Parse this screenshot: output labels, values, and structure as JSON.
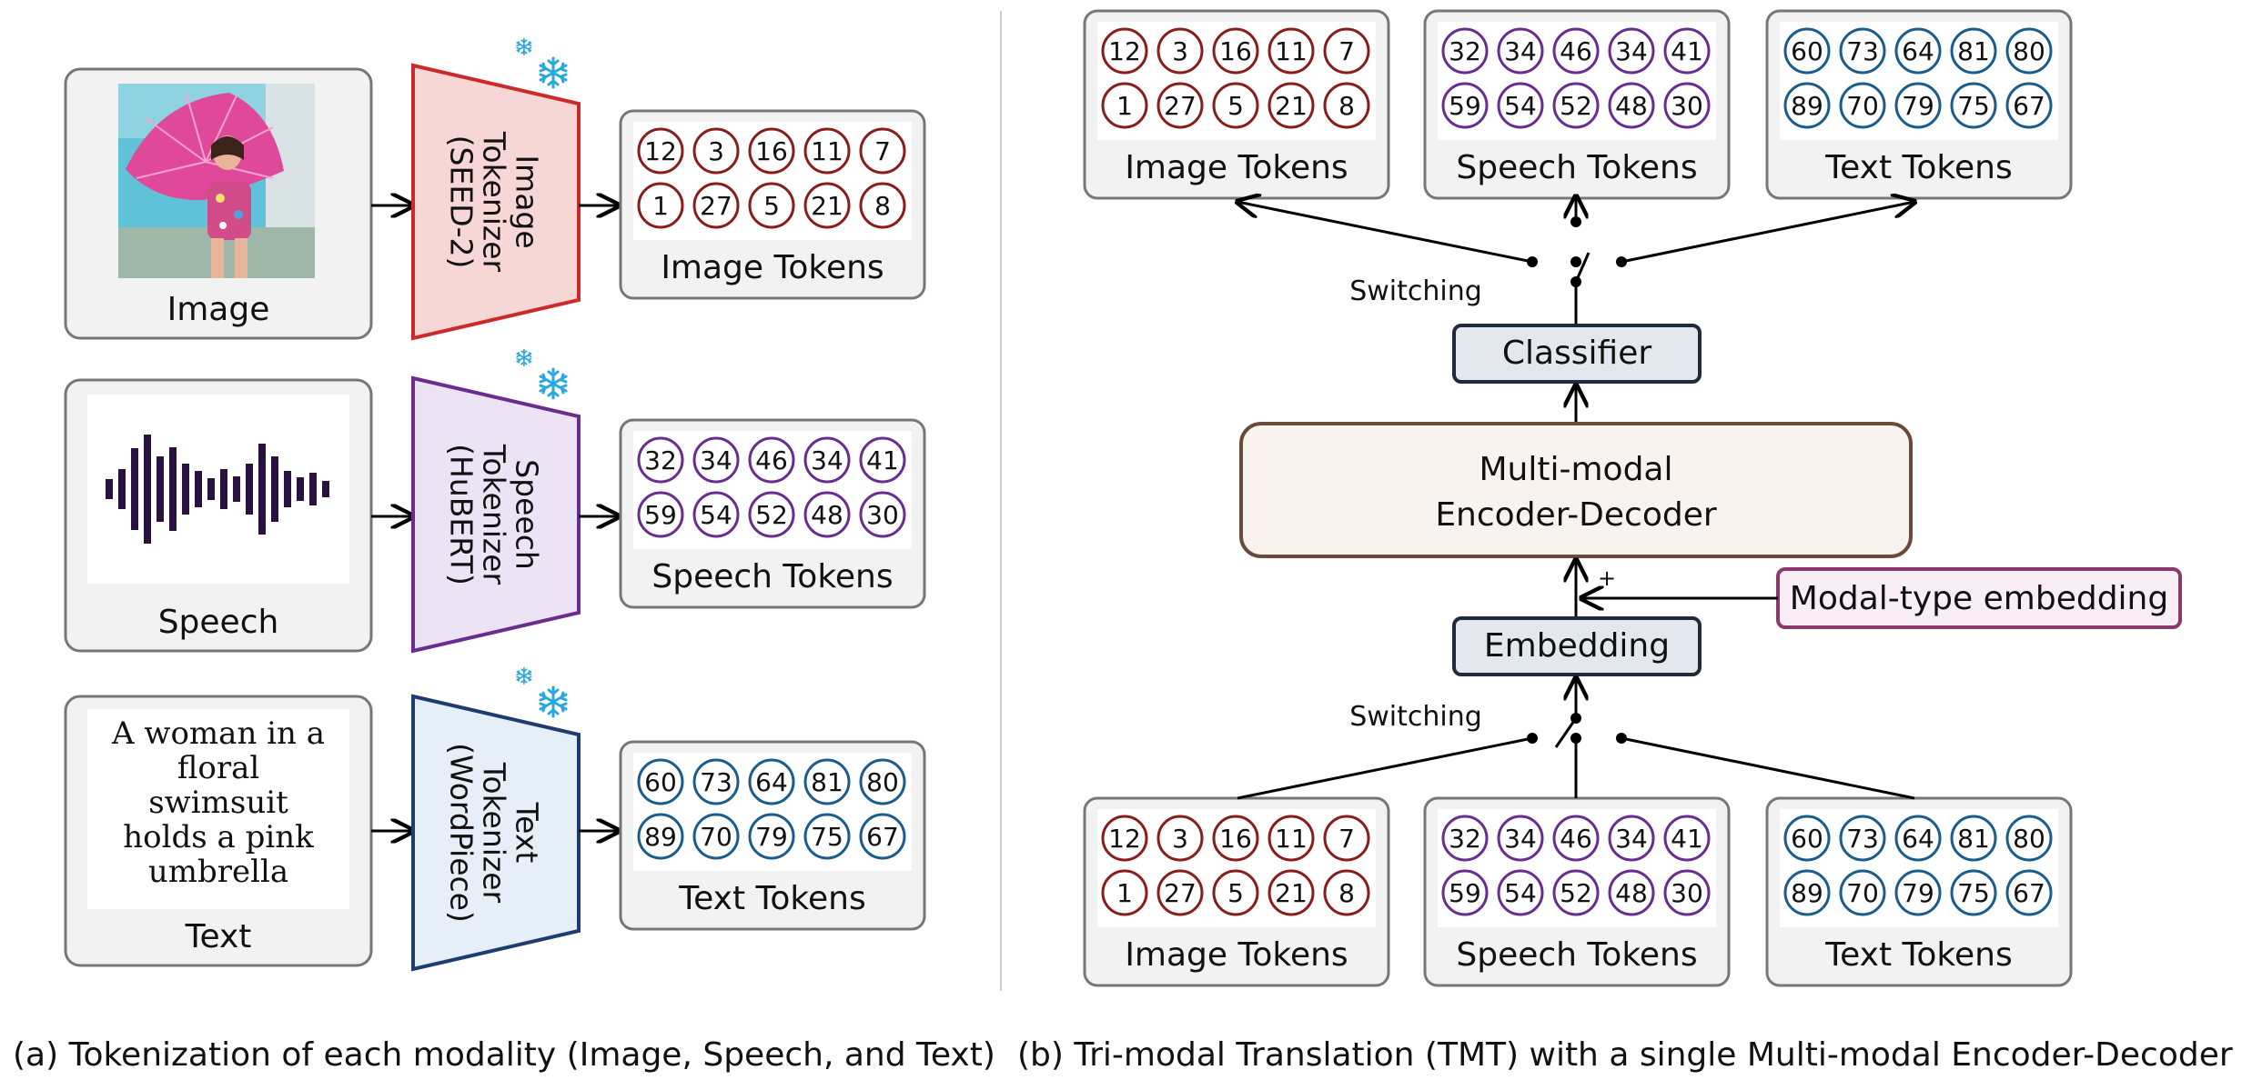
{
  "colors": {
    "image": "#8b1c1c",
    "speech": "#6a2c91",
    "text": "#1a5c8c",
    "box_border": "#777777",
    "box_fill": "#f2f2f2",
    "dark_box_border": "#1f2b3c",
    "dark_box_fill": "#e3e8ef",
    "encdec_border": "#6b4a3a",
    "encdec_fill": "#f9f3ef",
    "modal_border": "#8a3a6a",
    "modal_fill": "#f8eef4",
    "snowflake": "#29a8e0",
    "waveform": "#2a1140",
    "image_tokenizer_fill": "#f7d6d6",
    "image_tokenizer_border": "#cc2a2a",
    "speech_tokenizer_fill": "#ece3f4",
    "speech_tokenizer_border": "#6a2c91",
    "text_tokenizer_fill": "#e6eef7",
    "text_tokenizer_border": "#1f3c70"
  },
  "left": {
    "inputs": [
      {
        "label": "Image"
      },
      {
        "label": "Speech"
      },
      {
        "label": "Text",
        "sample_text": [
          "A woman in a",
          "floral",
          "swimsuit",
          "holds a pink",
          "umbrella"
        ]
      }
    ],
    "tokenizers": [
      {
        "lines": [
          "Image",
          "Tokenizer",
          "(SEED-2)"
        ]
      },
      {
        "lines": [
          "Speech",
          "Tokenizer",
          "(HuBERT)"
        ]
      },
      {
        "lines": [
          "Text",
          "Tokenizer",
          "(WordPiece)"
        ]
      }
    ],
    "outputs": [
      {
        "label": "Image Tokens"
      },
      {
        "label": "Speech Tokens"
      },
      {
        "label": "Text Tokens"
      }
    ],
    "caption": "(a) Tokenization of each modality (Image, Speech, and Text)"
  },
  "tokens": {
    "image": [
      [
        "12",
        "3",
        "16",
        "11",
        "7"
      ],
      [
        "1",
        "27",
        "5",
        "21",
        "8"
      ]
    ],
    "speech": [
      [
        "32",
        "34",
        "46",
        "34",
        "41"
      ],
      [
        "59",
        "54",
        "52",
        "48",
        "30"
      ]
    ],
    "text": [
      [
        "60",
        "73",
        "64",
        "81",
        "80"
      ],
      [
        "89",
        "70",
        "79",
        "75",
        "67"
      ]
    ]
  },
  "right": {
    "top_tokens": [
      "Image Tokens",
      "Speech Tokens",
      "Text Tokens"
    ],
    "bottom_tokens": [
      "Image Tokens",
      "Speech Tokens",
      "Text Tokens"
    ],
    "switching_top": "Switching",
    "switching_bottom": "Switching",
    "classifier": "Classifier",
    "encdec_lines": [
      "Multi-modal",
      "Encoder-Decoder"
    ],
    "embedding": "Embedding",
    "modal_type": "Modal-type embedding",
    "plus": "+",
    "caption": "(b) Tri-modal Translation (TMT) with a single Multi-modal Encoder-Decoder"
  }
}
